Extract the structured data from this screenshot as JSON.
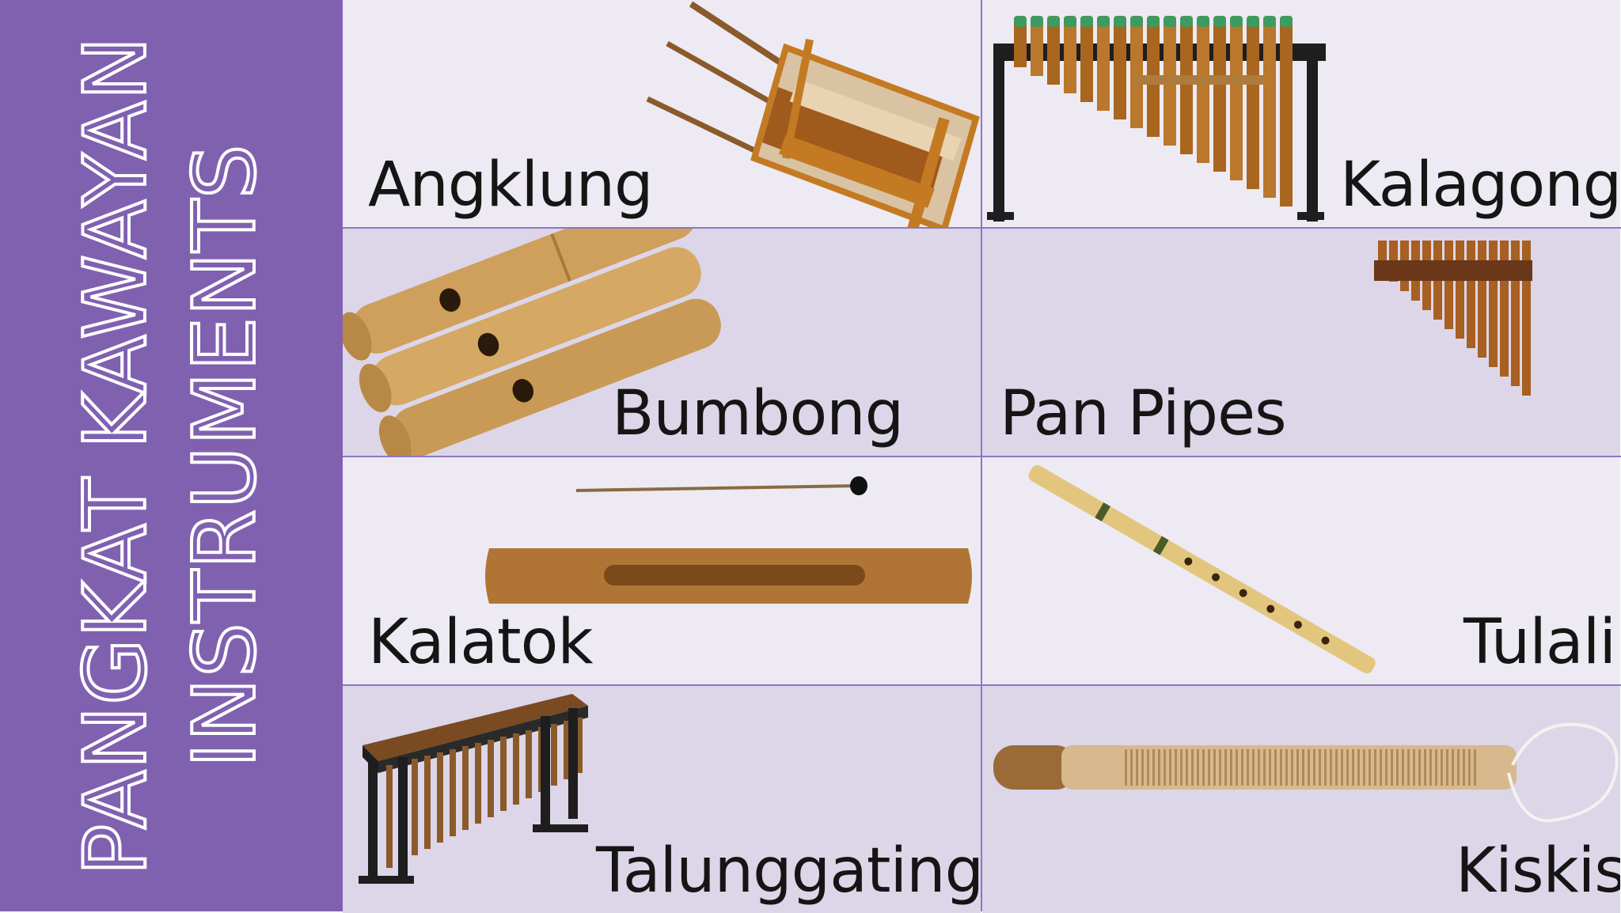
{
  "title": {
    "line1": "PANGKAT KAWAYAN",
    "line2": "INSTRUMENTS"
  },
  "colors": {
    "sidebar": "#8061b0",
    "cell_light": "#edeaf3",
    "cell_dark": "#dcd6e8",
    "divider": "#8f76c0",
    "bamboo": "#c98a3e"
  },
  "instruments": [
    {
      "name": "Angklung",
      "icon": "angklung-icon"
    },
    {
      "name": "Kalagong",
      "icon": "kalagong-icon"
    },
    {
      "name": "Bumbong",
      "icon": "bumbong-icon"
    },
    {
      "name": "Pan Pipes",
      "icon": "pan-pipes-icon"
    },
    {
      "name": "Kalatok",
      "icon": "kalatok-icon"
    },
    {
      "name": "Tulali",
      "icon": "tulali-icon"
    },
    {
      "name": "Talunggating",
      "icon": "talunggating-icon"
    },
    {
      "name": "Kiskis",
      "icon": "kiskis-icon"
    }
  ]
}
